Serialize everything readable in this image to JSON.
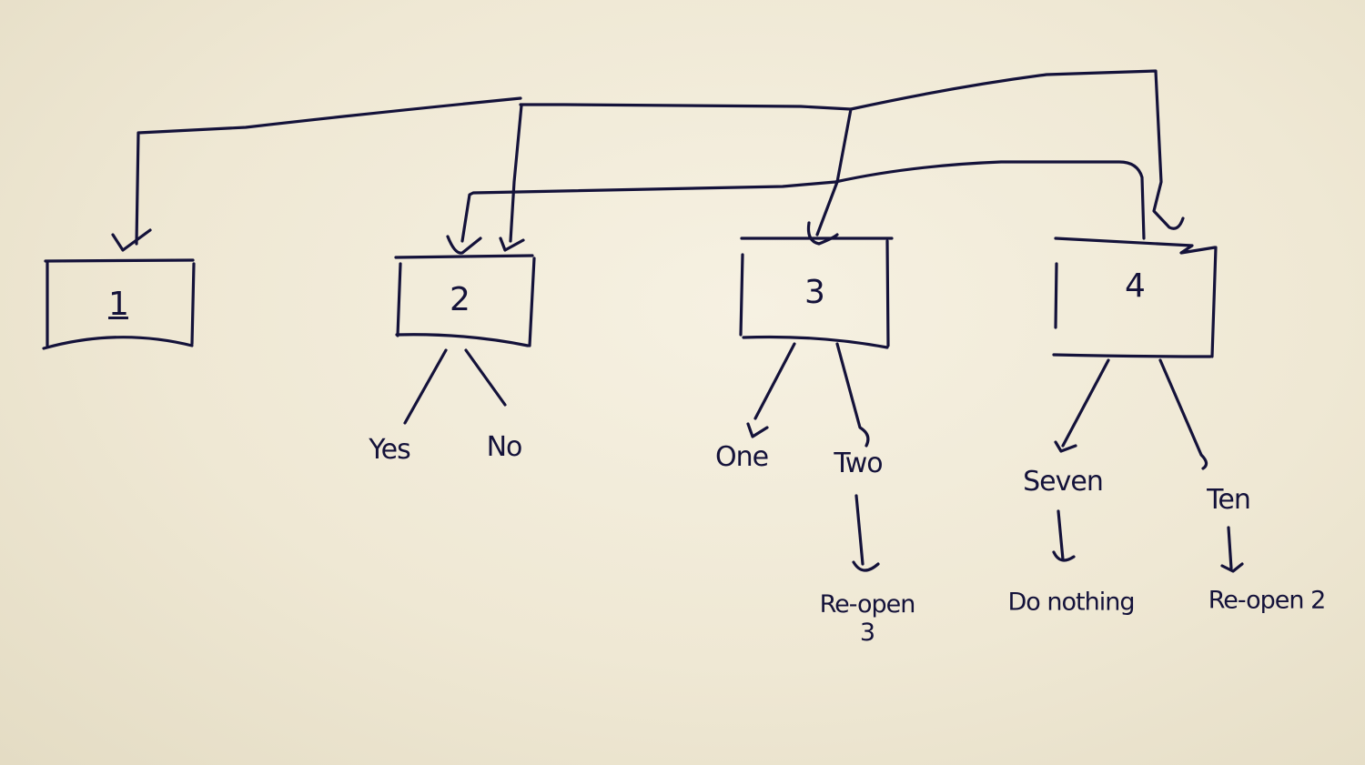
{
  "diagram": {
    "style": "hand-drawn ink on paper",
    "ink_color": "#14123a",
    "paper_color": "#f2ecda",
    "boxes": [
      {
        "id": "1",
        "label": "1"
      },
      {
        "id": "2",
        "label": "2"
      },
      {
        "id": "3",
        "label": "3"
      },
      {
        "id": "4",
        "label": "4"
      }
    ],
    "branches": {
      "box2": {
        "left": "Yes",
        "right": "No"
      },
      "box3": {
        "left": "One",
        "right": "Two"
      },
      "box4": {
        "left": "Seven",
        "right": "Ten"
      }
    },
    "outcomes": {
      "two": {
        "line1": "Re-open",
        "line2": "3"
      },
      "seven": "Do nothing",
      "ten": "Re-open 2"
    },
    "connections": [
      {
        "from": "top-bus",
        "to": "1"
      },
      {
        "from": "top-bus",
        "to": "2"
      },
      {
        "from": "4-top-right",
        "to": "3"
      },
      {
        "from": "4-top-right",
        "to": "4"
      },
      {
        "from": "4-top",
        "to": "2"
      }
    ]
  }
}
